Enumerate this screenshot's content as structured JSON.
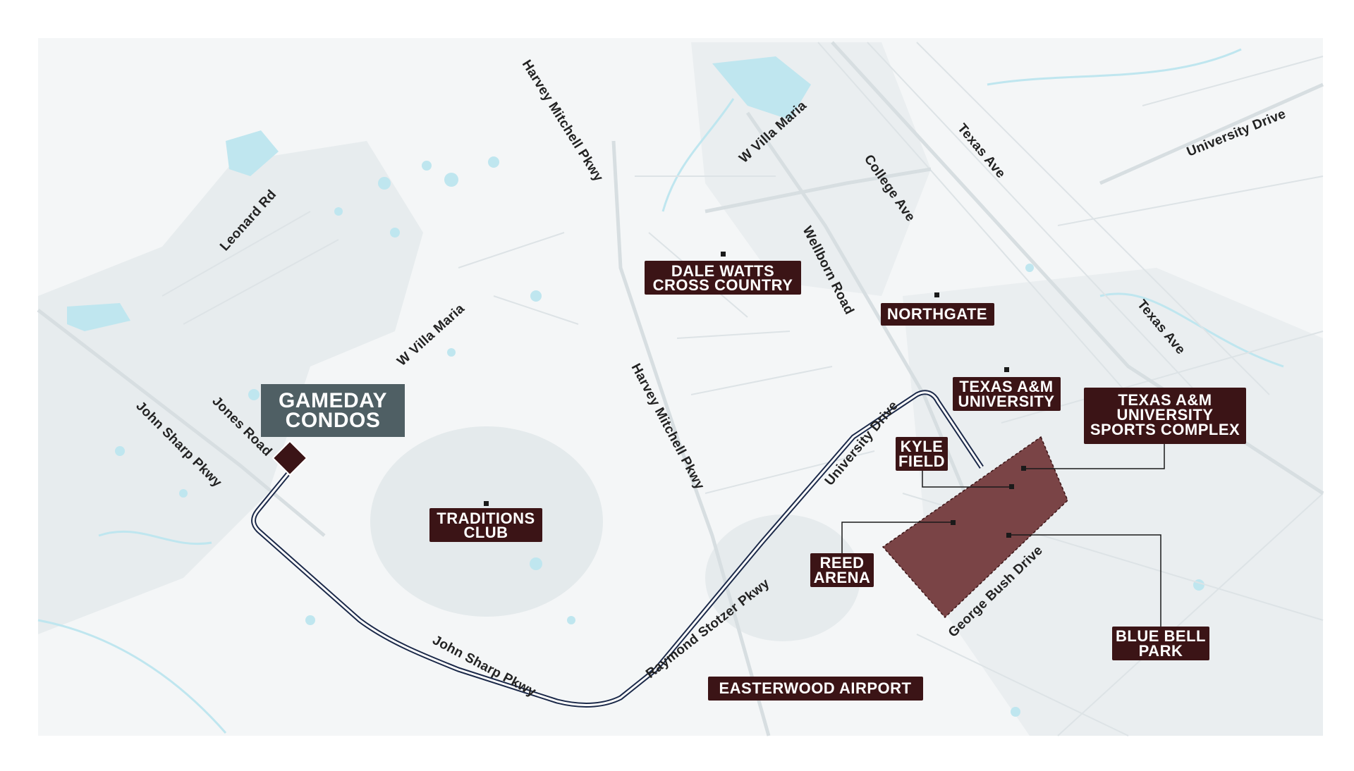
{
  "colors": {
    "land": "#eef2f3",
    "water": "#bfe6ef",
    "label_bg": "#3b1416",
    "home_bg": "#4f5f64",
    "campus_fill": "#7a4446",
    "route": "#1c2a4a",
    "street": "#dde3e6"
  },
  "home": {
    "line1": "GAMEDAY",
    "line2": "CONDOS"
  },
  "places": {
    "dale_watts": {
      "line1": "DALE WATTS",
      "line2": "CROSS COUNTRY"
    },
    "northgate": {
      "line1": "NORTHGATE"
    },
    "texas_am": {
      "line1": "TEXAS A&M",
      "line2": "UNIVERSITY"
    },
    "sports_complex": {
      "line1": "TEXAS A&M",
      "line2": "UNIVERSITY",
      "line3": "SPORTS COMPLEX"
    },
    "kyle_field": {
      "line1": "KYLE",
      "line2": "FIELD"
    },
    "reed_arena": {
      "line1": "REED",
      "line2": "ARENA"
    },
    "traditions": {
      "line1": "TRADITIONS",
      "line2": "CLUB"
    },
    "blue_bell": {
      "line1": "BLUE BELL",
      "line2": "PARK"
    },
    "easterwood": {
      "line1": "EASTERWOOD AIRPORT"
    }
  },
  "roads": {
    "harvey_mitchell_n": "Harvey Mitchell Pkwy",
    "harvey_mitchell_s": "Harvey Mitchell Pkwy",
    "w_villa_maria_n": "W Villa Maria",
    "w_villa_maria_w": "W Villa Maria",
    "leonard": "Leonard Rd",
    "college": "College Ave",
    "texas_n": "Texas Ave",
    "texas_e": "Texas Ave",
    "university_ne": "University Drive",
    "university": "University Drive",
    "wellborn": "Wellborn Road",
    "jones": "Jones Road",
    "john_sharp_w": "John Sharp Pkwy",
    "john_sharp_s": "John Sharp Pkwy",
    "raymond_stotzer": "Raymond Stotzer Pkwy",
    "george_bush": "George Bush Drive"
  }
}
